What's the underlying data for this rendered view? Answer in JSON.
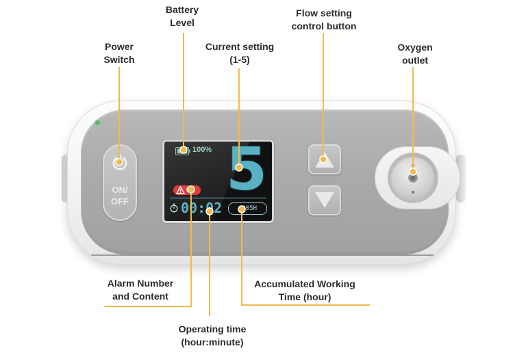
{
  "labels": {
    "battery_level": [
      "Battery",
      "Level"
    ],
    "current_setting": [
      "Current setting",
      "(1-5)"
    ],
    "flow_control": [
      "Flow setting",
      "control button"
    ],
    "power_switch": [
      "Power",
      "Switch"
    ],
    "oxygen_outlet": [
      "Oxygen",
      "outlet"
    ],
    "alarm": [
      "Alarm Number",
      "and Content"
    ],
    "accumulated": [
      "Accumulated Working",
      "Time (hour)"
    ],
    "operating_time": [
      "Operating time",
      "(hour:minute)"
    ]
  },
  "device": {
    "power_button_text": [
      "ON/",
      "OFF"
    ],
    "screen": {
      "battery_text": "100%",
      "flow_setting": "5",
      "alarm_code": "05",
      "operating_time": "00:02",
      "accumulated_time": "0005H"
    }
  },
  "colors": {
    "leader": "#f2b94c",
    "panel": "#ababab",
    "screen_accent": "#59b1c3",
    "alarm": "#e23b3b"
  },
  "icons": {
    "power": "power-icon",
    "battery": "battery-icon",
    "alarm": "warning-triangle-icon",
    "timer": "stopwatch-icon",
    "up": "triangle-up-icon",
    "down": "triangle-down-icon"
  }
}
